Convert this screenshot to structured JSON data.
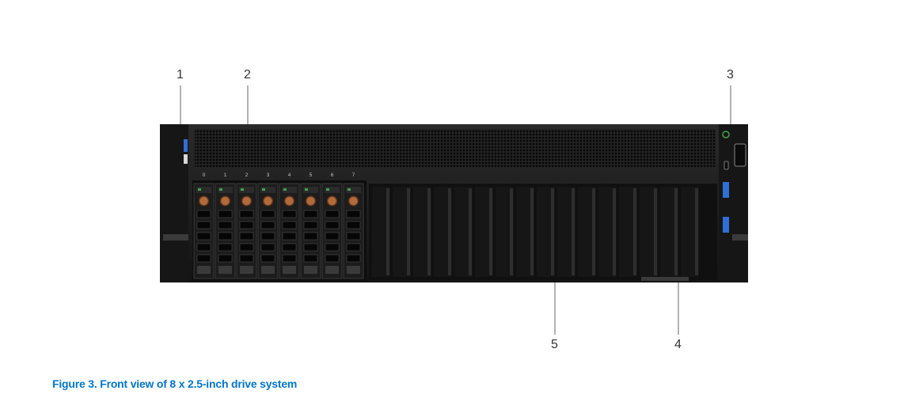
{
  "figure": {
    "callouts": [
      "1",
      "2",
      "3",
      "4",
      "5"
    ],
    "drive_bay_numbers": [
      "0",
      "1",
      "2",
      "3",
      "4",
      "5",
      "6",
      "7"
    ],
    "caption": "Figure 3. Front view of 8 x 2.5-inch drive system"
  },
  "colors": {
    "chassis": "#1b1b1b",
    "vent_mesh": "#0d0d0d",
    "drive_led": "#3fa34d",
    "drive_latch": "#b06a3c",
    "usb_port": "#2f6fd6",
    "power_led": "#3fa34d",
    "caption": "#0076ce"
  }
}
